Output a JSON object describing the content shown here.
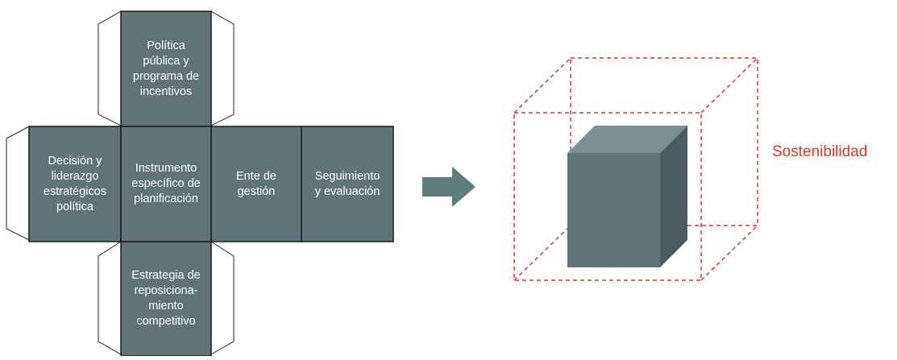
{
  "diagram": {
    "net_faces": {
      "top": "Política\npública y\nprograma de\nincentivos",
      "left": "Decisión y\nliderazgo\nestratégicos\npolítica",
      "center": "Instrumento\nespecífico de\nplanificación",
      "right": "Ente de\ngestión",
      "far_right": "Seguimiento\ny evaluación",
      "bottom": "Estrategia de\nreposiciona-\nmiento\ncompetitivo"
    },
    "result_label": "Sostenibilidad"
  },
  "colors": {
    "face_fill": "#5f7378",
    "cube_front": "#5f7378",
    "cube_top": "#7b8f94",
    "cube_side": "#4a5c61",
    "arrow": "#5f7c7e",
    "wireframe": "#e8322b",
    "result_text": "#e8322b"
  }
}
